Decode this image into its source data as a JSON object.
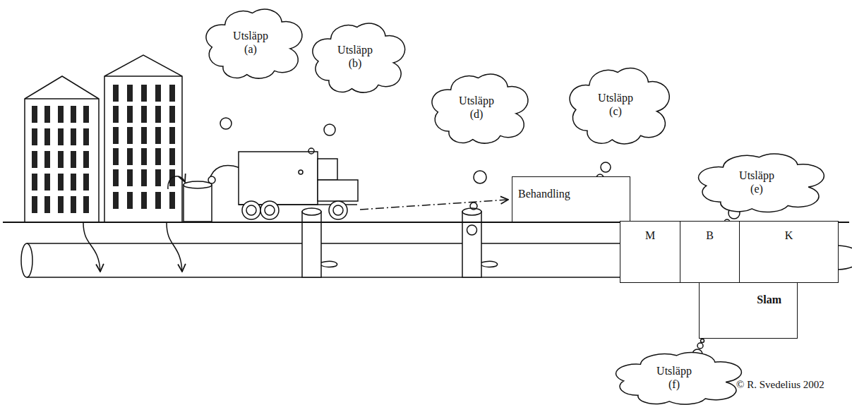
{
  "diagram": {
    "nodes": [
      {
        "text": [
          "Utsläpp (a)"
        ]
      },
      {
        "text": [
          "Utsläpp (b)"
        ]
      },
      {
        "text": [
          "Utsläpp (d)"
        ]
      },
      {
        "text": [
          "Utsläpp (c)"
        ]
      },
      {
        "text": [
          "Utsläpp (e)"
        ]
      },
      {
        "text": [
          "Behandling"
        ]
      },
      {
        "text": [
          "M"
        ]
      },
      {
        "text": [
          "B"
        ]
      },
      {
        "text": [
          "K"
        ]
      },
      {
        "text": [
          "Slam"
        ]
      },
      {
        "text": [
          "Utsläpp (f)"
        ]
      }
    ],
    "labels": [
      "© R. Svedelius 2002"
    ]
  }
}
